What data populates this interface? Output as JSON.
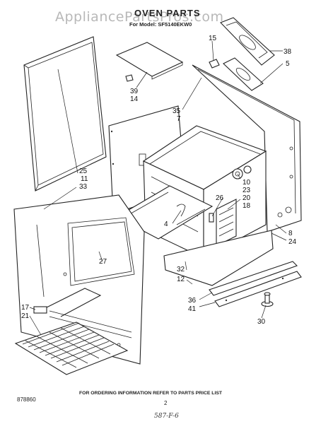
{
  "watermark": "AppliancePartsPros.com",
  "title": "OVEN PARTS",
  "subtitle": "For Model: SF5140EKW0",
  "footer_note": "FOR ORDERING INFORMATION REFER TO PARTS PRICE LIST",
  "page_number": "2",
  "diagram_code": "878860",
  "handwritten_code": "587-F-6",
  "part_labels": [
    "15",
    "38",
    "5",
    "39",
    "14",
    "35",
    "7",
    "25",
    "11",
    "33",
    "10",
    "23",
    "20",
    "18",
    "26",
    "4",
    "27",
    "8",
    "24",
    "32",
    "12",
    "36",
    "41",
    "30",
    "17",
    "21"
  ]
}
